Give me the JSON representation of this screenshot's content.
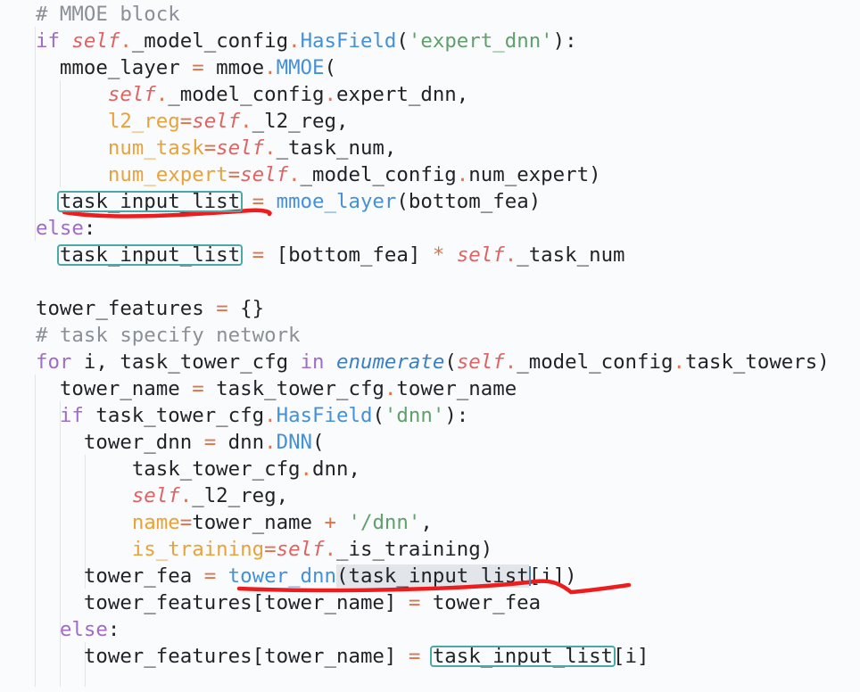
{
  "lines": [
    {
      "id": "l1",
      "indent": "  ",
      "tokens": [
        {
          "t": "# MMOE block",
          "c": "cm"
        }
      ]
    },
    {
      "id": "l2",
      "indent": "  ",
      "tokens": [
        {
          "t": "if ",
          "c": "kw"
        },
        {
          "t": "self",
          "c": "sf"
        },
        {
          "t": ".",
          "c": "op"
        },
        {
          "t": "_model_config",
          "c": ""
        },
        {
          "t": ".",
          "c": "op"
        },
        {
          "t": "HasField",
          "c": "fn"
        },
        {
          "t": "(",
          "c": ""
        },
        {
          "t": "'expert_dnn'",
          "c": "st"
        },
        {
          "t": "):",
          "c": ""
        }
      ]
    },
    {
      "id": "l3",
      "indent": "    ",
      "tokens": [
        {
          "t": "mmoe_layer ",
          "c": ""
        },
        {
          "t": "=",
          "c": "op"
        },
        {
          "t": " mmoe",
          "c": ""
        },
        {
          "t": ".",
          "c": "op"
        },
        {
          "t": "MMOE",
          "c": "fn"
        },
        {
          "t": "(",
          "c": ""
        }
      ]
    },
    {
      "id": "l4",
      "indent": "        ",
      "tokens": [
        {
          "t": "self",
          "c": "sf"
        },
        {
          "t": ".",
          "c": "op"
        },
        {
          "t": "_model_config",
          "c": ""
        },
        {
          "t": ".",
          "c": "op"
        },
        {
          "t": "expert_dnn,",
          "c": ""
        }
      ]
    },
    {
      "id": "l5",
      "indent": "        ",
      "tokens": [
        {
          "t": "l2_reg",
          "c": "pr"
        },
        {
          "t": "=",
          "c": "op"
        },
        {
          "t": "self",
          "c": "sf"
        },
        {
          "t": ".",
          "c": "op"
        },
        {
          "t": "_l2_reg,",
          "c": ""
        }
      ]
    },
    {
      "id": "l6",
      "indent": "        ",
      "tokens": [
        {
          "t": "num_task",
          "c": "pr"
        },
        {
          "t": "=",
          "c": "op"
        },
        {
          "t": "self",
          "c": "sf"
        },
        {
          "t": ".",
          "c": "op"
        },
        {
          "t": "_task_num,",
          "c": ""
        }
      ]
    },
    {
      "id": "l7",
      "indent": "        ",
      "tokens": [
        {
          "t": "num_expert",
          "c": "pr"
        },
        {
          "t": "=",
          "c": "op"
        },
        {
          "t": "self",
          "c": "sf"
        },
        {
          "t": ".",
          "c": "op"
        },
        {
          "t": "_model_config",
          "c": ""
        },
        {
          "t": ".",
          "c": "op"
        },
        {
          "t": "num_expert)",
          "c": ""
        }
      ]
    },
    {
      "id": "l8",
      "indent": "    ",
      "tokens": [
        {
          "t": "task_input_list",
          "c": "",
          "boxed": true
        },
        {
          "t": " ",
          "c": ""
        },
        {
          "t": "=",
          "c": "op"
        },
        {
          "t": " ",
          "c": ""
        },
        {
          "t": "mmoe_layer",
          "c": "fn"
        },
        {
          "t": "(bottom_fea)",
          "c": ""
        }
      ]
    },
    {
      "id": "l9",
      "indent": "  ",
      "tokens": [
        {
          "t": "else",
          "c": "kw"
        },
        {
          "t": ":",
          "c": ""
        }
      ]
    },
    {
      "id": "l10",
      "indent": "    ",
      "tokens": [
        {
          "t": "task_input_list",
          "c": "",
          "boxed": true
        },
        {
          "t": " ",
          "c": ""
        },
        {
          "t": "=",
          "c": "op"
        },
        {
          "t": " [bottom_fea] ",
          "c": ""
        },
        {
          "t": "*",
          "c": "op"
        },
        {
          "t": " ",
          "c": ""
        },
        {
          "t": "self",
          "c": "sf"
        },
        {
          "t": ".",
          "c": "op"
        },
        {
          "t": "_task_num",
          "c": ""
        }
      ]
    },
    {
      "id": "l11",
      "indent": "",
      "tokens": []
    },
    {
      "id": "l12",
      "indent": "  ",
      "tokens": [
        {
          "t": "tower_features ",
          "c": ""
        },
        {
          "t": "=",
          "c": "op"
        },
        {
          "t": " {}",
          "c": ""
        }
      ]
    },
    {
      "id": "l13",
      "indent": "  ",
      "tokens": [
        {
          "t": "# task specify network",
          "c": "cm"
        }
      ]
    },
    {
      "id": "l14",
      "indent": "  ",
      "tokens": [
        {
          "t": "for",
          "c": "kw"
        },
        {
          "t": " i, task_tower_cfg ",
          "c": ""
        },
        {
          "t": "in",
          "c": "kw"
        },
        {
          "t": " ",
          "c": ""
        },
        {
          "t": "enumerate",
          "c": "fi"
        },
        {
          "t": "(",
          "c": ""
        },
        {
          "t": "self",
          "c": "sf"
        },
        {
          "t": ".",
          "c": "op"
        },
        {
          "t": "_model_config",
          "c": ""
        },
        {
          "t": ".",
          "c": "op"
        },
        {
          "t": "task_towers)",
          "c": ""
        }
      ]
    },
    {
      "id": "l15",
      "indent": "    ",
      "tokens": [
        {
          "t": "tower_name ",
          "c": ""
        },
        {
          "t": "=",
          "c": "op"
        },
        {
          "t": " task_tower_cfg",
          "c": ""
        },
        {
          "t": ".",
          "c": "op"
        },
        {
          "t": "tower_name",
          "c": ""
        }
      ]
    },
    {
      "id": "l16",
      "indent": "    ",
      "tokens": [
        {
          "t": "if",
          "c": "kw"
        },
        {
          "t": " task_tower_cfg",
          "c": ""
        },
        {
          "t": ".",
          "c": "op"
        },
        {
          "t": "HasField",
          "c": "fn"
        },
        {
          "t": "(",
          "c": ""
        },
        {
          "t": "'dnn'",
          "c": "st"
        },
        {
          "t": "):",
          "c": ""
        }
      ]
    },
    {
      "id": "l17",
      "indent": "      ",
      "tokens": [
        {
          "t": "tower_dnn ",
          "c": ""
        },
        {
          "t": "=",
          "c": "op"
        },
        {
          "t": " dnn",
          "c": ""
        },
        {
          "t": ".",
          "c": "op"
        },
        {
          "t": "DNN",
          "c": "fn"
        },
        {
          "t": "(",
          "c": ""
        }
      ]
    },
    {
      "id": "l18",
      "indent": "          ",
      "tokens": [
        {
          "t": "task_tower_cfg",
          "c": ""
        },
        {
          "t": ".",
          "c": "op"
        },
        {
          "t": "dnn,",
          "c": ""
        }
      ]
    },
    {
      "id": "l19",
      "indent": "          ",
      "tokens": [
        {
          "t": "self",
          "c": "sf"
        },
        {
          "t": ".",
          "c": "op"
        },
        {
          "t": "_l2_reg,",
          "c": ""
        }
      ]
    },
    {
      "id": "l20",
      "indent": "          ",
      "tokens": [
        {
          "t": "name",
          "c": "pr"
        },
        {
          "t": "=",
          "c": "op"
        },
        {
          "t": "tower_name ",
          "c": ""
        },
        {
          "t": "+",
          "c": "op"
        },
        {
          "t": " ",
          "c": ""
        },
        {
          "t": "'/dnn'",
          "c": "st"
        },
        {
          "t": ",",
          "c": ""
        }
      ]
    },
    {
      "id": "l21",
      "indent": "          ",
      "tokens": [
        {
          "t": "is_training",
          "c": "pr"
        },
        {
          "t": "=",
          "c": "op"
        },
        {
          "t": "self",
          "c": "sf"
        },
        {
          "t": ".",
          "c": "op"
        },
        {
          "t": "_is_training)",
          "c": ""
        }
      ]
    },
    {
      "id": "l22",
      "indent": "      ",
      "tokens": [
        {
          "t": "tower_fea ",
          "c": ""
        },
        {
          "t": "=",
          "c": "op"
        },
        {
          "t": " ",
          "c": ""
        },
        {
          "t": "tower_dnn",
          "c": "fn"
        },
        {
          "t": "(",
          "c": "hl"
        },
        {
          "t": "task_input_list",
          "c": "hl"
        },
        {
          "t": "[i])",
          "c": ""
        }
      ]
    },
    {
      "id": "l23",
      "indent": "      ",
      "tokens": [
        {
          "t": "tower_features[tower_name] ",
          "c": ""
        },
        {
          "t": "=",
          "c": "op"
        },
        {
          "t": " tower_fea",
          "c": ""
        }
      ]
    },
    {
      "id": "l24",
      "indent": "    ",
      "tokens": [
        {
          "t": "else",
          "c": "kw"
        },
        {
          "t": ":",
          "c": ""
        }
      ]
    },
    {
      "id": "l25",
      "indent": "      ",
      "tokens": [
        {
          "t": "tower_features[tower_name] ",
          "c": ""
        },
        {
          "t": "=",
          "c": "op"
        },
        {
          "t": " ",
          "c": ""
        },
        {
          "t": "task_input_list",
          "c": "",
          "boxed": true
        },
        {
          "t": "[i]",
          "c": ""
        }
      ]
    }
  ]
}
